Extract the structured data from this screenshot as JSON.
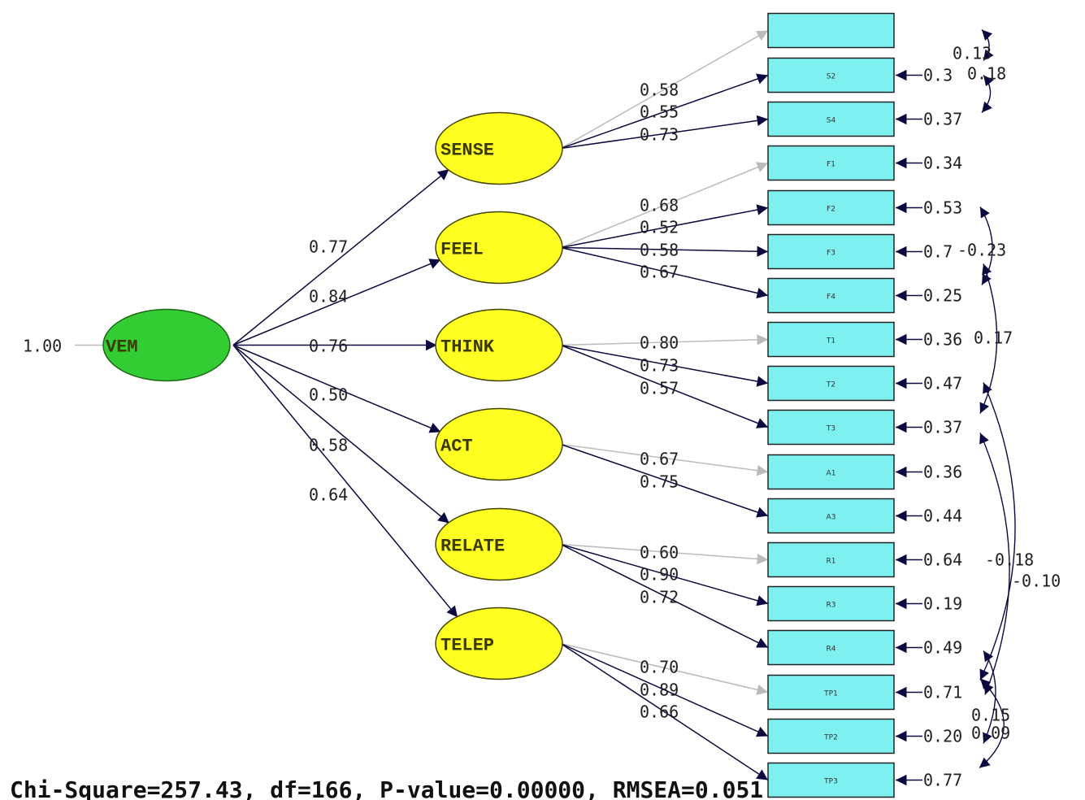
{
  "diagram": {
    "root": {
      "label": "VEM",
      "variance": "1.00"
    },
    "factors": [
      {
        "label": "SENSE",
        "loading": "0.77",
        "indicators": [
          {
            "label": "",
            "loading": "",
            "error": "",
            "visible": false
          },
          {
            "label": "S2",
            "loading": "0.58",
            "error": "0.3",
            "visible": true
          },
          {
            "label": "S4",
            "loading": "0.55",
            "error": "0.37",
            "visible": true
          }
        ],
        "extra_loading": "0.73"
      },
      {
        "label": "FEEL",
        "loading": "0.84",
        "indicators": [
          {
            "label": "F1",
            "loading": "0.68",
            "error": "0.34"
          },
          {
            "label": "F2",
            "loading": "0.52",
            "error": "0.53"
          },
          {
            "label": "F3",
            "loading": "0.58",
            "error": "0.7"
          },
          {
            "label": "F4",
            "loading": "0.67",
            "error": "0.25"
          }
        ]
      },
      {
        "label": "THINK",
        "loading": "0.76",
        "indicators": [
          {
            "label": "T1",
            "loading": "0.80",
            "error": "0.36"
          },
          {
            "label": "T2",
            "loading": "0.73",
            "error": "0.47"
          },
          {
            "label": "T3",
            "loading": "0.57",
            "error": "0.37"
          }
        ]
      },
      {
        "label": "ACT",
        "loading": "0.50",
        "indicators": [
          {
            "label": "A1",
            "loading": "0.67",
            "error": "0.36"
          },
          {
            "label": "A3",
            "loading": "0.75",
            "error": "0.44"
          }
        ]
      },
      {
        "label": "RELATE",
        "loading": "0.58",
        "indicators": [
          {
            "label": "R1",
            "loading": "0.60",
            "error": "0.64"
          },
          {
            "label": "R3",
            "loading": "0.90",
            "error": "0.19"
          },
          {
            "label": "R4",
            "loading": "0.72",
            "error": "0.49"
          }
        ]
      },
      {
        "label": "TELEP",
        "loading": "0.64",
        "indicators": [
          {
            "label": "TP1",
            "loading": "0.70",
            "error": "0.71"
          },
          {
            "label": "TP2",
            "loading": "0.89",
            "error": "0.20"
          },
          {
            "label": "TP3",
            "loading": "0.66",
            "error": "0.77"
          }
        ]
      }
    ],
    "error_covariances": [
      {
        "value": "0.13"
      },
      {
        "value": "0.18"
      },
      {
        "value": "-0.23"
      },
      {
        "value": "0.17"
      },
      {
        "value": "-0.18"
      },
      {
        "value": "-0.10"
      },
      {
        "value": "0.15"
      },
      {
        "value": "0.09"
      }
    ]
  },
  "colors": {
    "root_fill": "#33cc33",
    "factor_fill": "#ffff22",
    "indicator_fill": "#7ff0f0",
    "path_dark": "#0a0a40",
    "path_light": "#bbbbbb"
  },
  "footer": {
    "text": "Chi-Square=257.43, df=166, P-value=0.00000, RMSEA=0.051"
  }
}
